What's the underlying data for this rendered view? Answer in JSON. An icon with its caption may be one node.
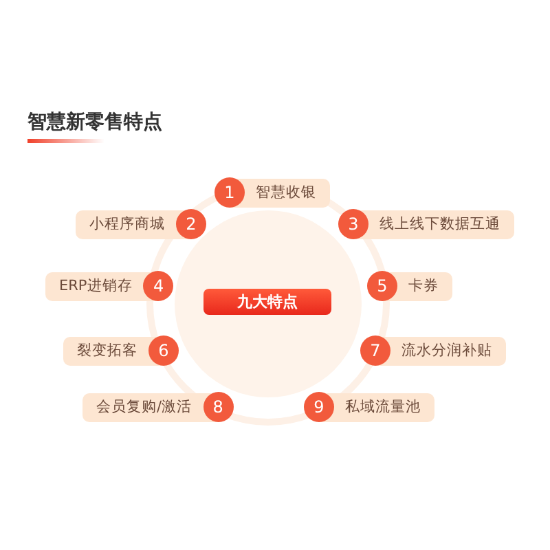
{
  "diagram": {
    "title": "智慧新零售特点",
    "nodes": [
      {
        "text": [
          "九大特点"
        ]
      },
      {
        "text": [
          "1"
        ]
      },
      {
        "text": [
          "智慧收银"
        ]
      },
      {
        "text": [
          "小程序商城"
        ]
      },
      {
        "text": [
          "2"
        ]
      },
      {
        "text": [
          "3"
        ]
      },
      {
        "text": [
          "线上线下数据互通"
        ]
      },
      {
        "text": [
          "ERP进销存"
        ]
      },
      {
        "text": [
          "4"
        ]
      },
      {
        "text": [
          "5"
        ]
      },
      {
        "text": [
          "卡券"
        ]
      },
      {
        "text": [
          "裂变拓客"
        ]
      },
      {
        "text": [
          "6"
        ]
      },
      {
        "text": [
          "7"
        ]
      },
      {
        "text": [
          "流水分润补贴"
        ]
      },
      {
        "text": [
          "会员复购/激活"
        ]
      },
      {
        "text": [
          "8"
        ]
      },
      {
        "text": [
          "9"
        ]
      },
      {
        "text": [
          "私域流量池"
        ]
      }
    ],
    "edges": []
  }
}
